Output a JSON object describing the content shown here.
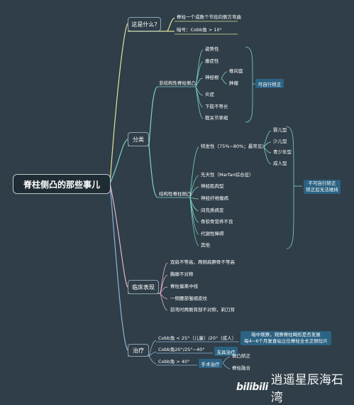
{
  "root": "脊柱侧凸的那些事儿",
  "q": {
    "title": "这是什么?",
    "items": [
      "脊柱一个或数个节段向侧方弯曲",
      "暗号：Cobb角 > 10°"
    ]
  },
  "classify": {
    "title": "分类",
    "nonstructural": {
      "title": "非结构性脊柱侧凸",
      "items": [
        "姿势性",
        "癔症性",
        "神经根",
        "炎症",
        "下肢不等长",
        "髋关节挛缩"
      ],
      "nerve_sub": [
        "椎间盘",
        "肿瘤"
      ],
      "tag": "可自行矫正"
    },
    "structural": {
      "title": "结构性脊柱侧凸",
      "idiopathic": "特发性（75%~80%；最常见）",
      "idiopathic_sub": [
        "婴儿型",
        "少儿型",
        "青少年型",
        "成人型"
      ],
      "items": [
        "先天性（Marfan综合征）",
        "神经肌肉型",
        "神经纤维瘤病",
        "间充质病变",
        "骨软骨营养不良",
        "代谢性障碍",
        "其他"
      ],
      "tag": [
        "不可自行矫正",
        "矫正后无法维持"
      ]
    }
  },
  "clinical": {
    "title": "临床表现",
    "items": [
      "双肩不等高，两侧肩胛骨不等高",
      "胸廓不对称",
      "脊柱偏离中线",
      "一侧腰部皱褶皮纹",
      "前弯时两侧背部不对称，剃刀背"
    ]
  },
  "treatment": {
    "title": "治疗",
    "rows": [
      "Cobb角 < 25°（儿童）/20°（成人）",
      "Cobb角20°/25°~40°",
      "Cobb角 > 40°"
    ],
    "tags": [
      "支具治疗",
      "手术治疗"
    ],
    "note": [
      "暗中观察，观察脊柱畸形是否发展",
      "每4~6个月复查站立位脊柱全长正侧位片"
    ],
    "surgery": [
      "侧凸矫正",
      "脊柱融合"
    ]
  },
  "watermark": {
    "logo": "bilibili",
    "text": "逍遥星辰海石湾"
  }
}
